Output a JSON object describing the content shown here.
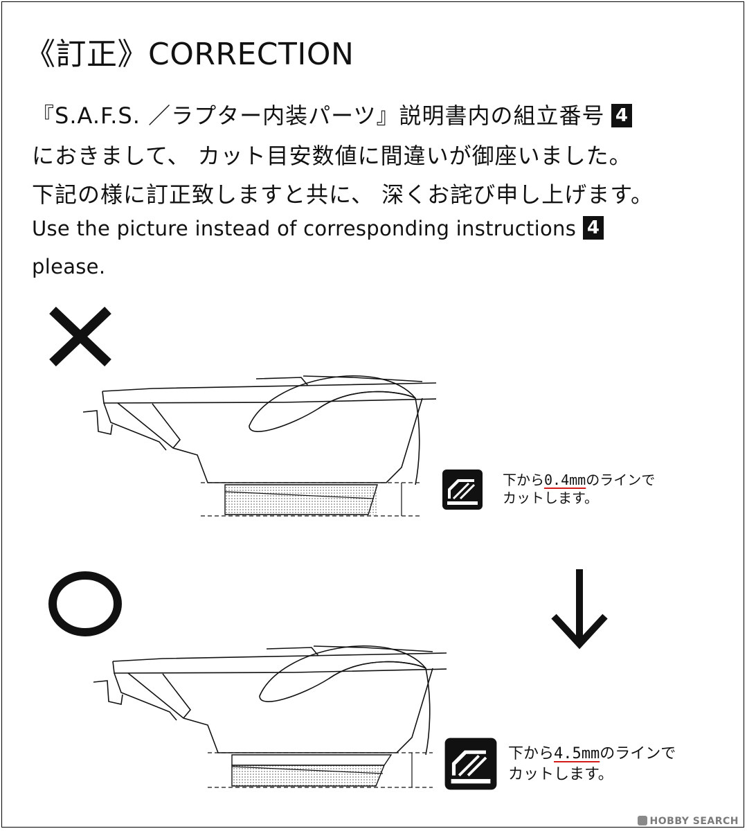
{
  "title": "《訂正》CORRECTION",
  "jp_lines": [
    "『S.A.F.S. ／ラプター内装パーツ』説明書内の組立番号",
    "におきまして、 カット目安数値に間違いが御座いました。",
    "下記の様に訂正致しますと共に、 深くお詫び申し上げます。"
  ],
  "step_number": "4",
  "en_line1": "Use the picture instead of corresponding instructions",
  "en_line2": "please.",
  "wrong": {
    "symbol": "cross-icon",
    "note_prefix": "下から",
    "note_value": "0.4mm",
    "note_suffix": "のラインで",
    "note_line2": "カットします。"
  },
  "correct": {
    "symbol": "circle-icon",
    "note_prefix": "下から",
    "note_value": "4.5mm",
    "note_suffix": "のラインで",
    "note_line2": "カットします。"
  },
  "watermark": "HOBBY SEARCH",
  "colors": {
    "underline": "#d21a1a",
    "ink": "#111111"
  }
}
